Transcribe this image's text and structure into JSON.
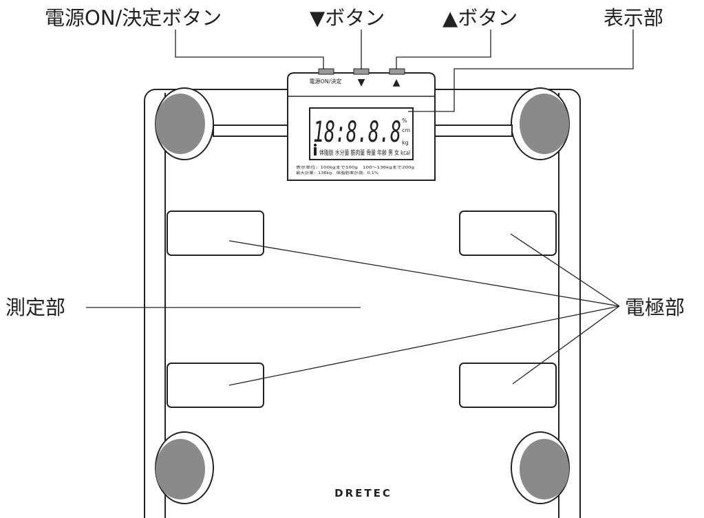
{
  "callouts": {
    "power": "電源ON/決定ボタン",
    "down": "▼ボタン",
    "up": "▲ボタン",
    "display": "表示部",
    "measure": "測定部",
    "electrode": "電極部"
  },
  "device": {
    "power_label": "電源ON/決定",
    "down_symbol": "▼",
    "up_symbol": "▲",
    "brand": "DRETEC"
  },
  "display": {
    "digits": "18:8.8.8",
    "unit_percent": "%",
    "unit_cm": "cm",
    "unit_kg": "kg",
    "indicators": "体脂肪 水分量 筋肉量 骨量 年齢 男 女 kcal",
    "spec_line1": "表示単位：100kgまで100g　100〜136kgまで200g",
    "spec_line2": "最大計量：136kg　体脂肪率計測：0.1%"
  }
}
